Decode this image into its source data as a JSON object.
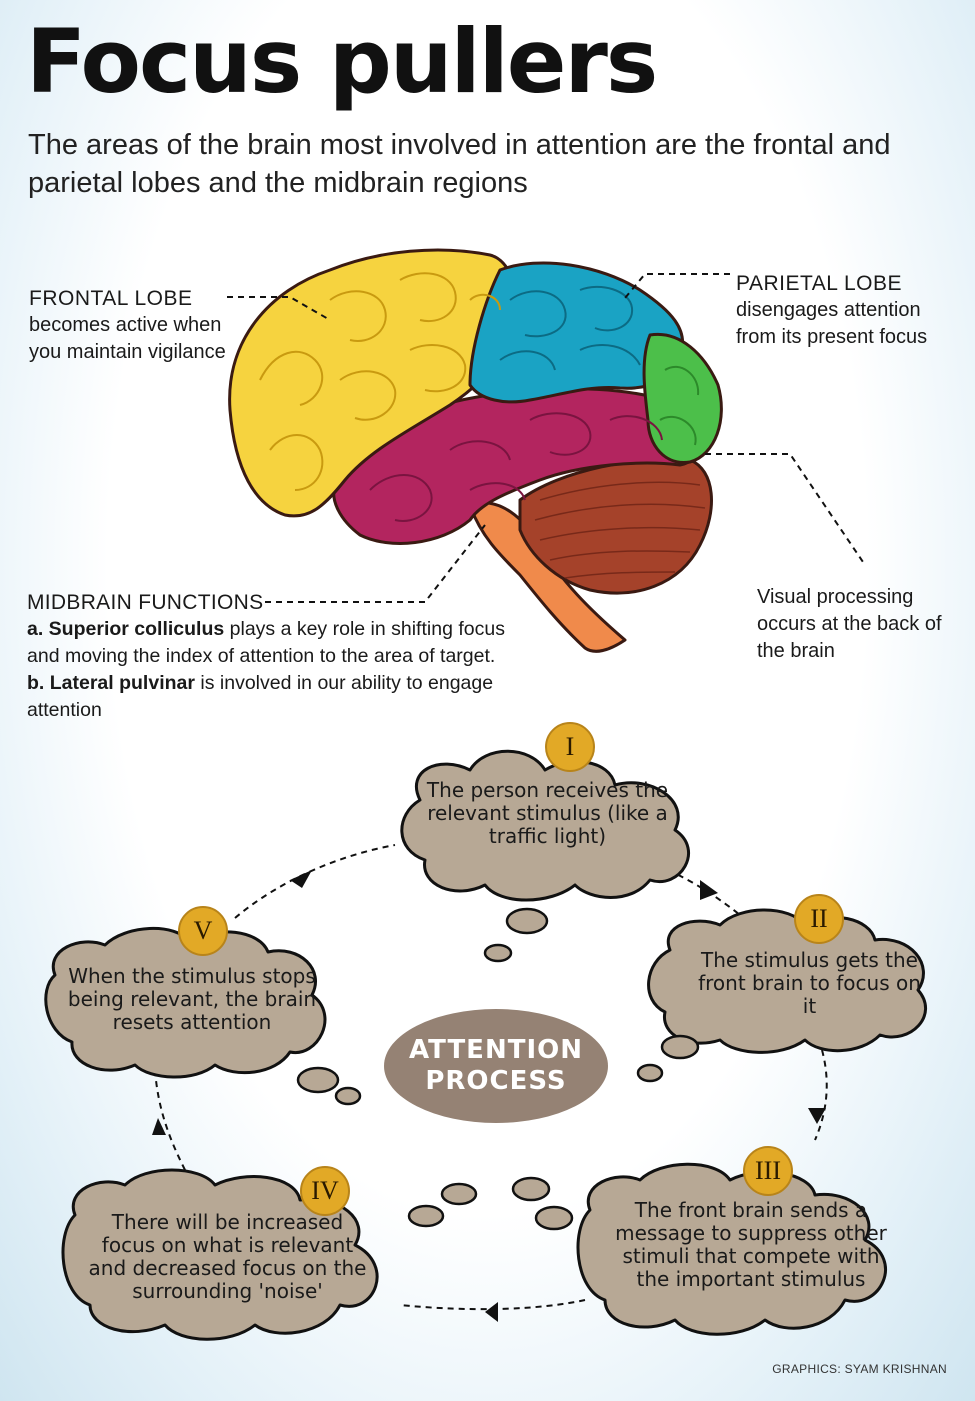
{
  "title": "Focus pullers",
  "subtitle": "The areas of the brain most involved in attention are the frontal and parietal lobes and the midbrain regions",
  "labels": {
    "frontal": {
      "head": "FRONTAL LOBE",
      "body": "becomes active when you maintain vigilance"
    },
    "parietal": {
      "head": "PARIETAL LOBE",
      "body": "disengages attention from its present focus"
    },
    "visual": {
      "body": "Visual processing occurs at the back of the brain"
    },
    "midbrain": {
      "head": "MIDBRAIN FUNCTIONS",
      "a_bold": "a. Superior colliculus",
      "a_rest": " plays a key role in shifting focus and moving the index of attention to the area of target.",
      "b_bold": "b. Lateral pulvinar",
      "b_rest": " is involved in our ability to engage attention"
    }
  },
  "cycle": {
    "center": [
      "ATTENTION",
      "PROCESS"
    ],
    "steps": [
      {
        "numeral": "I",
        "text": "The person receives the relevant stimulus (like a traffic light)"
      },
      {
        "numeral": "II",
        "text": "The stimulus gets the front brain to focus on it"
      },
      {
        "numeral": "III",
        "text": "The front brain sends a message to suppress other stimuli that compete with the important stimulus"
      },
      {
        "numeral": "IV",
        "text": "There will be increased focus on what is relevant and decreased focus on the surrounding 'noise'"
      },
      {
        "numeral": "V",
        "text": "When the stimulus stops being relevant, the brain resets attention"
      }
    ]
  },
  "credit": "GRAPHICS: SYAM KRISHNAN",
  "colors": {
    "frontal": "#f6d33f",
    "parietal": "#1aa3c4",
    "occipital": "#4cbf4a",
    "temporal": "#b3255f",
    "cerebellum": "#a5422a",
    "brainstem": "#f08a4b",
    "cloud": "#b7a895",
    "center": "#958274",
    "numeral": "#e2a926"
  }
}
